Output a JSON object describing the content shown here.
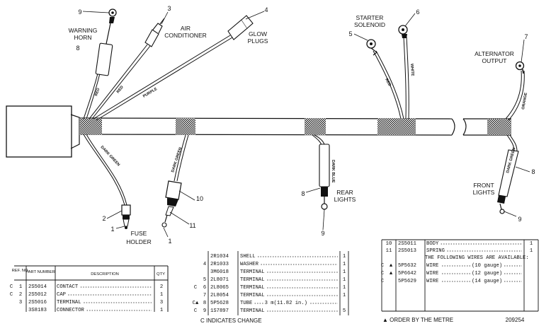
{
  "callouts": {
    "warning_horn": [
      "WARNING",
      "HORN"
    ],
    "air_conditioner": [
      "AIR",
      "CONDITIONER"
    ],
    "glow_plugs": [
      "GLOW",
      "PLUGS"
    ],
    "starter_solenoid": [
      "STARTER",
      "SOLENOID"
    ],
    "alternator_output": [
      "ALTERNATOR",
      "OUTPUT"
    ],
    "front_lights": [
      "FRONT",
      "LIGHTS"
    ],
    "rear_lights": [
      "REAR",
      "LIGHTS"
    ],
    "fuse_holder": [
      "FUSE",
      "HOLDER"
    ]
  },
  "numbers": {
    "horn_terminal": "9",
    "horn_tube": "8",
    "ac_terminal": "3",
    "glow_terminal": "4",
    "solenoid_left": "5",
    "solenoid_right": "6",
    "alternator": "7",
    "front_tube": "8",
    "front_terminal": "9",
    "rear_tube": "8",
    "rear_terminal": "9",
    "fuse_cap": "2",
    "fuse_contact": "1",
    "dg_connector": "10",
    "dg_terminal": "11",
    "dg_contact": "1"
  },
  "wire_labels": {
    "red_horn": "RED",
    "red_ac": "RED",
    "purple": "PURPLE",
    "dark_green_fuse": "DARK GREEN",
    "dark_green_connector": "DARK GREEN",
    "dark_blue": "DARK BLUE",
    "red_solenoid": "RED",
    "white": "WHITE",
    "orange": "ORANGE",
    "dark_green_front": "DARK GREEN"
  },
  "table_left": {
    "headers": [
      "REF. NO",
      "PART NUMBER",
      "DESCRIPTION",
      "QTY"
    ],
    "rows": [
      {
        "mark": "C",
        "ref": "1",
        "part": "2S5014",
        "desc": "CONTACT",
        "qty": "2"
      },
      {
        "mark": "C",
        "ref": "2",
        "part": "2S5012",
        "desc": "CAP",
        "qty": "1"
      },
      {
        "mark": "",
        "ref": "3",
        "part": "2S5016",
        "desc": "TERMINAL",
        "qty": "3"
      },
      {
        "mark": "",
        "ref": "",
        "part": "3S8183",
        "desc": "CONNECTOR",
        "qty": "1"
      }
    ]
  },
  "table_middle": {
    "rows": [
      {
        "mark": "",
        "ref": "",
        "part": "2R1034",
        "desc": "SHELL",
        "qty": "1"
      },
      {
        "mark": "",
        "ref": "4",
        "part": "2R1033",
        "desc": "WASHER",
        "qty": "1"
      },
      {
        "mark": "",
        "ref": "",
        "part": "3M6018",
        "desc": "TERMINAL",
        "qty": "1"
      },
      {
        "mark": "",
        "ref": "5",
        "part": "2L8071",
        "desc": "TERMINAL",
        "qty": "1"
      },
      {
        "mark": "C",
        "ref": "6",
        "part": "2L8065",
        "desc": "TERMINAL",
        "qty": "1"
      },
      {
        "mark": "",
        "ref": "7",
        "part": "2L8054",
        "desc": "TERMINAL",
        "qty": "1"
      },
      {
        "mark": "C▲",
        "ref": "8",
        "part": "5P5628",
        "desc": "TUBE",
        "note": "3 m(11.82 in.)",
        "qty": ""
      },
      {
        "mark": "C",
        "ref": "9",
        "part": "1S7897",
        "desc": "TERMINAL",
        "qty": "5"
      }
    ],
    "footnote": "C INDICATES CHANGE"
  },
  "table_right": {
    "rows": [
      {
        "mark": "",
        "ref": "10",
        "part": "2S5011",
        "desc": "BODY",
        "qty": "1"
      },
      {
        "mark": "",
        "ref": "11",
        "part": "2S5013",
        "desc": "SPRING",
        "qty": "1"
      }
    ],
    "heading": "THE FOLLOWING WIRES ARE AVAILABLE:",
    "wires": [
      {
        "mark": "C",
        "tri": "▲",
        "part": "5P5632",
        "desc": "WIRE",
        "gauge": "(10 gauge)"
      },
      {
        "mark": "C",
        "tri": "▲",
        "part": "5P6642",
        "desc": "WIRE",
        "gauge": "(12 gauge)"
      },
      {
        "mark": "C",
        "tri": "",
        "part": "5P5629",
        "desc": "WIRE",
        "gauge": "(14 gauge)"
      }
    ],
    "footnote": "▲ ORDER BY THE METRE",
    "figure_no": "209254"
  }
}
